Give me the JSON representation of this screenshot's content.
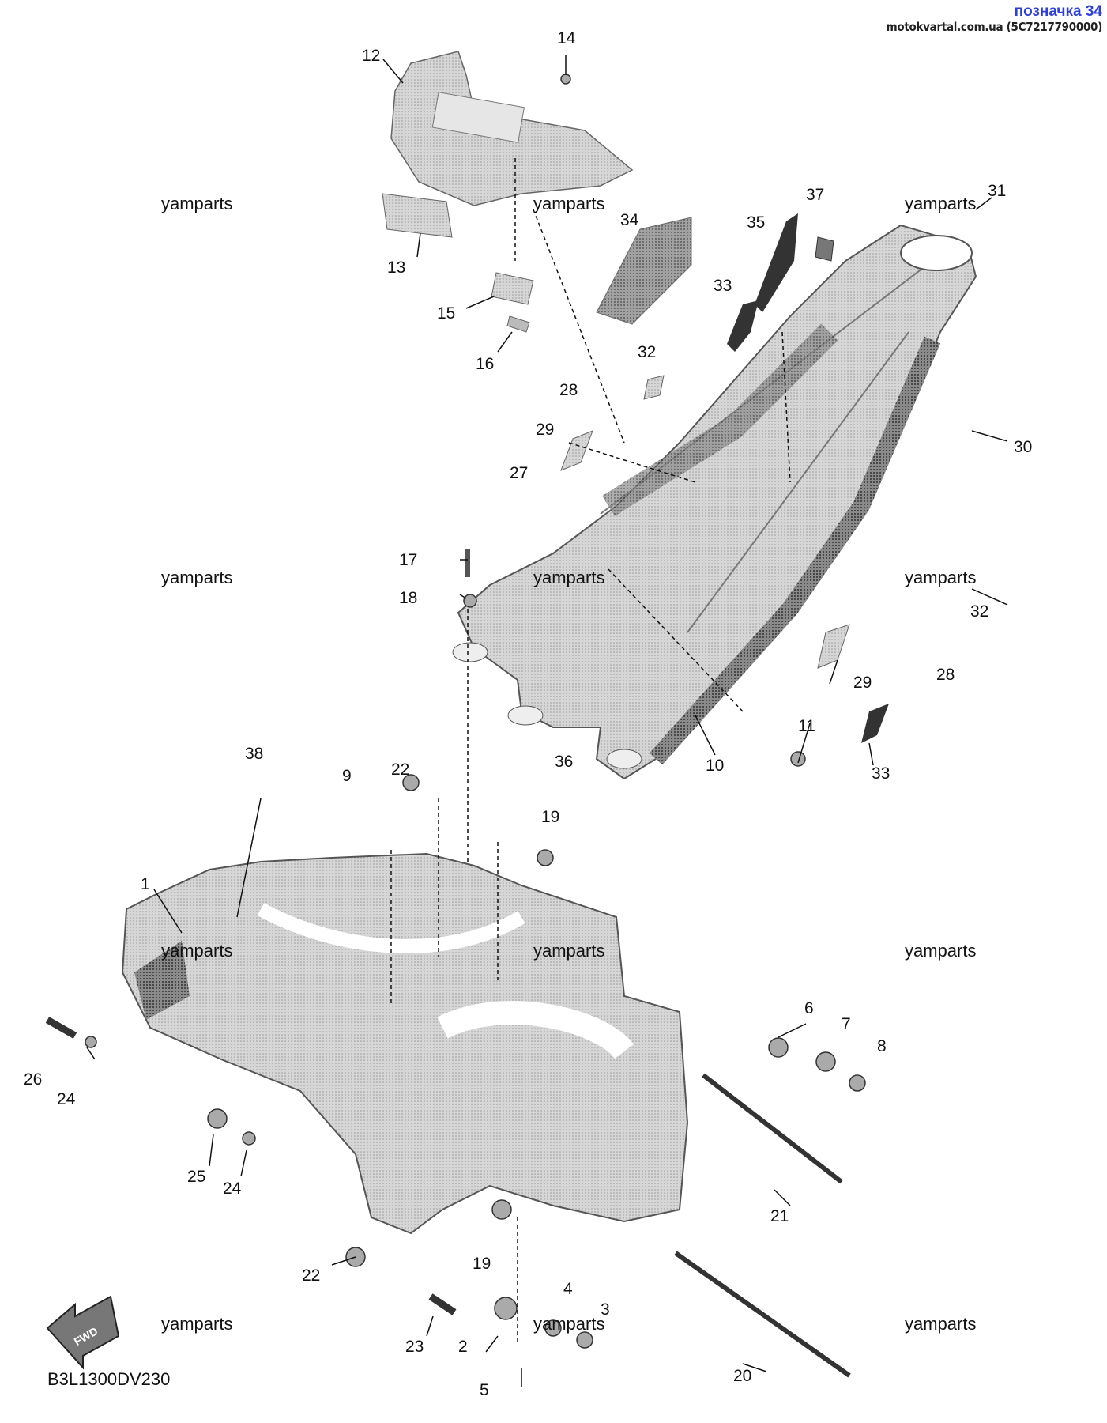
{
  "header": {
    "tag": "позначка 34",
    "site": "motokvartal.com.ua (5C7217790000)"
  },
  "diagram_code": "B3L1300DV230",
  "fwd_label": "FWD",
  "watermark": "yamparts",
  "callouts": [
    "1",
    "2",
    "3",
    "4",
    "5",
    "6",
    "7",
    "8",
    "9",
    "10",
    "11",
    "12",
    "13",
    "14",
    "15",
    "16",
    "17",
    "18",
    "19",
    "20",
    "21",
    "22",
    "23",
    "24",
    "25",
    "26",
    "27",
    "28",
    "29",
    "30",
    "31",
    "32",
    "33",
    "34",
    "35",
    "36",
    "37",
    "38"
  ],
  "colors": {
    "frame": "#cfcfcf",
    "frame_dark": "#555555",
    "line": "#222222",
    "header_blue": "#2f3fd6"
  }
}
